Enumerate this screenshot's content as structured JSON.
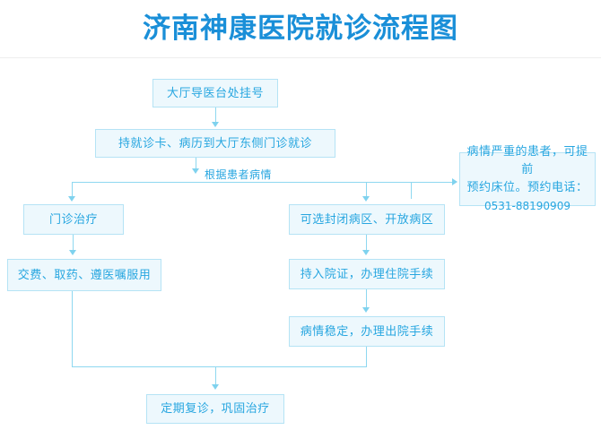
{
  "header": {
    "title": "济南神康医院就诊流程图"
  },
  "flow": {
    "nodes": {
      "register": "大厅导医台处挂号",
      "visit": "持就诊卡、病历到大厅东侧门诊就诊",
      "outpatient": "门诊治疗",
      "pay": "交费、取药、遵医嘱服用",
      "ward": "可选封闭病区、开放病区",
      "admission": "持入院证，办理住院手续",
      "discharge": "病情稳定，办理出院手续",
      "followup": "定期复诊，巩固治疗"
    },
    "notice": {
      "line1": "病情严重的患者，可提前",
      "line2": "预约床位。预约电话：",
      "phone": "0531-88190909"
    },
    "labels": {
      "branch": "根据患者病情"
    }
  },
  "colors": {
    "title": "#1a8fd8",
    "node_text": "#27a6e0",
    "node_fill": "#edf8fd",
    "node_border": "#b5e3f5",
    "connector": "#8ed8f0",
    "divider": "#ededed"
  }
}
